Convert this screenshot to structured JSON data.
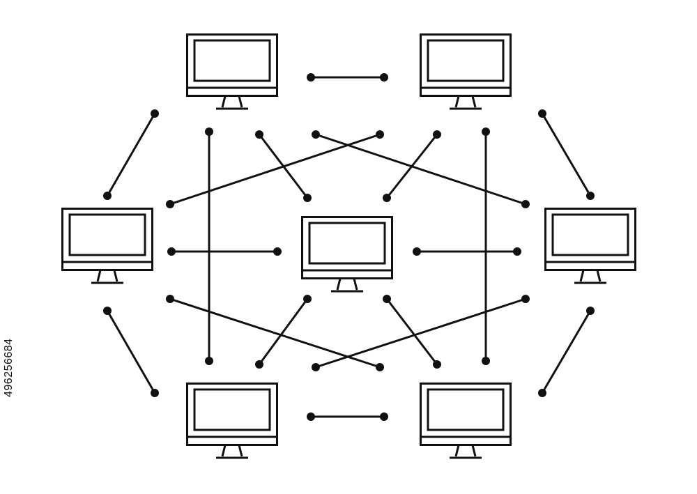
{
  "stock_id": "496256684",
  "colors": {
    "background": "#ffffff",
    "stroke": "#111111"
  },
  "nodes": [
    {
      "id": "computer-top-left",
      "icon": "monitor-icon"
    },
    {
      "id": "computer-top-right",
      "icon": "monitor-icon"
    },
    {
      "id": "computer-left",
      "icon": "monitor-icon"
    },
    {
      "id": "computer-center",
      "icon": "monitor-icon"
    },
    {
      "id": "computer-right",
      "icon": "monitor-icon"
    },
    {
      "id": "computer-bottom-left",
      "icon": "monitor-icon"
    },
    {
      "id": "computer-bottom-right",
      "icon": "monitor-icon"
    }
  ],
  "connections": [
    {
      "from": "computer-top-left",
      "to": "computer-top-right"
    },
    {
      "from": "computer-bottom-left",
      "to": "computer-bottom-right"
    },
    {
      "from": "computer-left",
      "to": "computer-center"
    },
    {
      "from": "computer-center",
      "to": "computer-right"
    },
    {
      "from": "computer-top-left",
      "to": "computer-left"
    },
    {
      "from": "computer-top-right",
      "to": "computer-right"
    },
    {
      "from": "computer-left",
      "to": "computer-bottom-left"
    },
    {
      "from": "computer-right",
      "to": "computer-bottom-right"
    },
    {
      "from": "computer-top-left",
      "to": "computer-bottom-left"
    },
    {
      "from": "computer-top-right",
      "to": "computer-bottom-right"
    },
    {
      "from": "computer-top-left",
      "to": "computer-center"
    },
    {
      "from": "computer-top-right",
      "to": "computer-center"
    },
    {
      "from": "computer-bottom-left",
      "to": "computer-center"
    },
    {
      "from": "computer-bottom-right",
      "to": "computer-center"
    },
    {
      "from": "computer-top-left",
      "to": "computer-right"
    },
    {
      "from": "computer-top-right",
      "to": "computer-left"
    },
    {
      "from": "computer-left",
      "to": "computer-bottom-right"
    },
    {
      "from": "computer-right",
      "to": "computer-bottom-left"
    }
  ]
}
